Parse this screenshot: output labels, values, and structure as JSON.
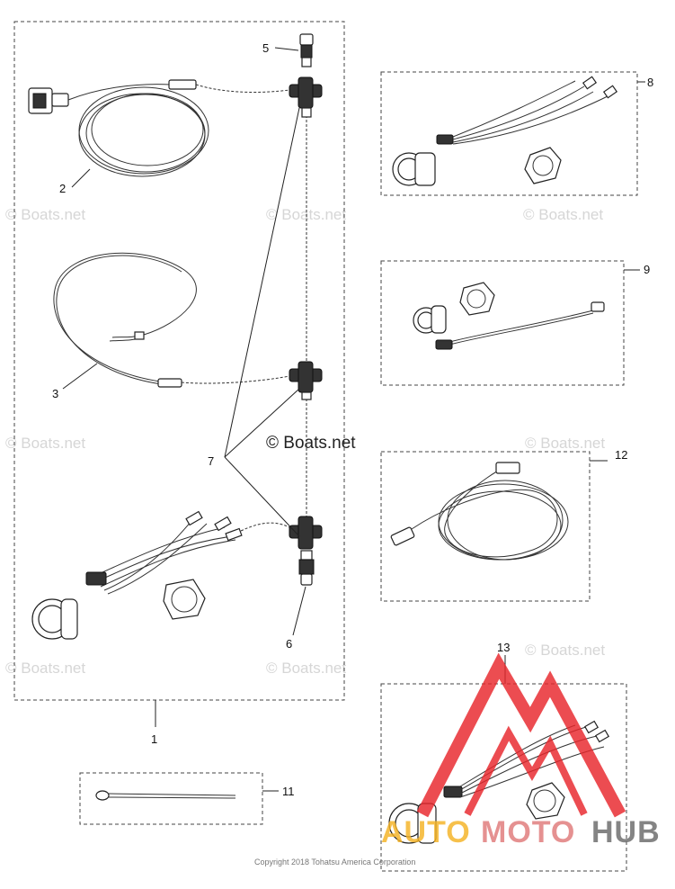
{
  "callouts": {
    "c1": "1",
    "c2": "2",
    "c3": "3",
    "c5": "5",
    "c6": "6",
    "c7": "7",
    "c8": "8",
    "c9": "9",
    "c11": "11",
    "c12": "12",
    "c13": "13"
  },
  "watermarks": {
    "small": "© Boats.net",
    "large": "© Boats.net"
  },
  "copyright": "Copyright 2018 Tohatsu America Corporation",
  "logo": {
    "part1": "AUTO",
    "part2": "MOTO",
    "part3": "HUB",
    "colors": {
      "auto": "#f5b324",
      "moto": "#e07a7a",
      "hub": "#6a6a6a",
      "triangle": "#e8262b"
    }
  }
}
